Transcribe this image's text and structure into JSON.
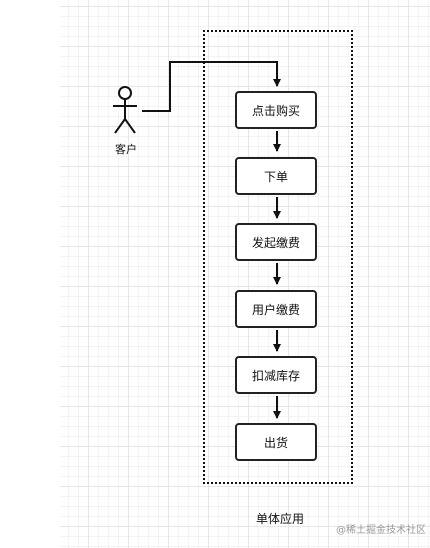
{
  "actor": {
    "label": "客户"
  },
  "container": {
    "label": "单体应用"
  },
  "steps": [
    {
      "label": "点击购买"
    },
    {
      "label": "下单"
    },
    {
      "label": "发起缴费"
    },
    {
      "label": "用户缴费"
    },
    {
      "label": "扣减库存"
    },
    {
      "label": "出货"
    }
  ],
  "watermark": "@稀土掘金技术社区"
}
